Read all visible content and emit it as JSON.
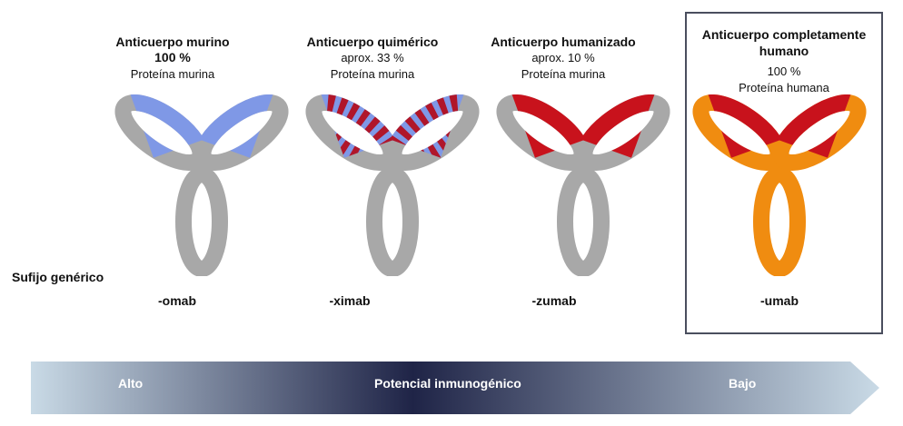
{
  "antibodies": [
    {
      "title": "Anticuerpo murino",
      "percent": "100 %",
      "protein": "Proteína murina",
      "suffix": "-omab",
      "arm_color": "#7f98e6",
      "body_color": "#a8a8a8",
      "pattern": "solid"
    },
    {
      "title": "Anticuerpo quimérico",
      "percent": "aprox. 33 %",
      "protein": "Proteína murina",
      "suffix": "-ximab",
      "arm_color": "#7f98e6",
      "stripe_color": "#b0162a",
      "body_color": "#a8a8a8",
      "pattern": "striped"
    },
    {
      "title": "Anticuerpo humanizado",
      "percent": "aprox. 10 %",
      "protein": "Proteína murina",
      "suffix": "-zumab",
      "arm_color": "#c8121c",
      "body_color": "#a8a8a8",
      "pattern": "solid"
    },
    {
      "title_line1": "Anticuerpo completamente",
      "title_line2": "humano",
      "percent": "100 %",
      "protein": "Proteína humana",
      "suffix": "-umab",
      "arm_color": "#c8121c",
      "body_color": "#f08c10",
      "pattern": "solid"
    }
  ],
  "row_label": "Sufijo genérico",
  "scale": {
    "left": "Alto",
    "center": "Potencial inmunogénico",
    "right": "Bajo"
  }
}
